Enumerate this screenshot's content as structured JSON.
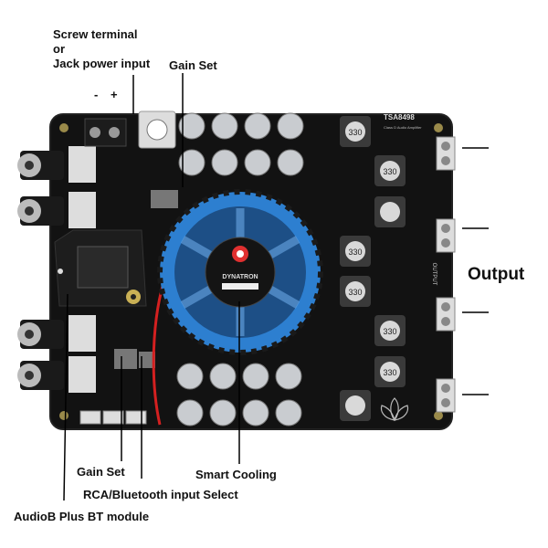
{
  "labels": {
    "screw_line1": "Screw terminal",
    "screw_line2": "or",
    "screw_line3": "Jack power input",
    "gain_set_top": "Gain Set",
    "polarity_minus": "-",
    "polarity_plus": "+",
    "output": "Output",
    "smart_cooling": "Smart Cooling",
    "gain_set_bottom": "Gain Set",
    "input_select": "RCA/Bluetooth input Select",
    "bt_module": "AudioB Plus BT module"
  },
  "board": {
    "model": "TSA8498",
    "subtitle": "Class D Audio Amplifier",
    "fan_brand": "DYNATRON",
    "inductor_label": "330",
    "output_silk": "OUTPUT"
  },
  "colors": {
    "board": "#121212",
    "fan_blue": "#2d7fd0",
    "capacitor": "#c9ccd0",
    "inductor": "#3a3a3a",
    "red_wire": "#d42020"
  }
}
